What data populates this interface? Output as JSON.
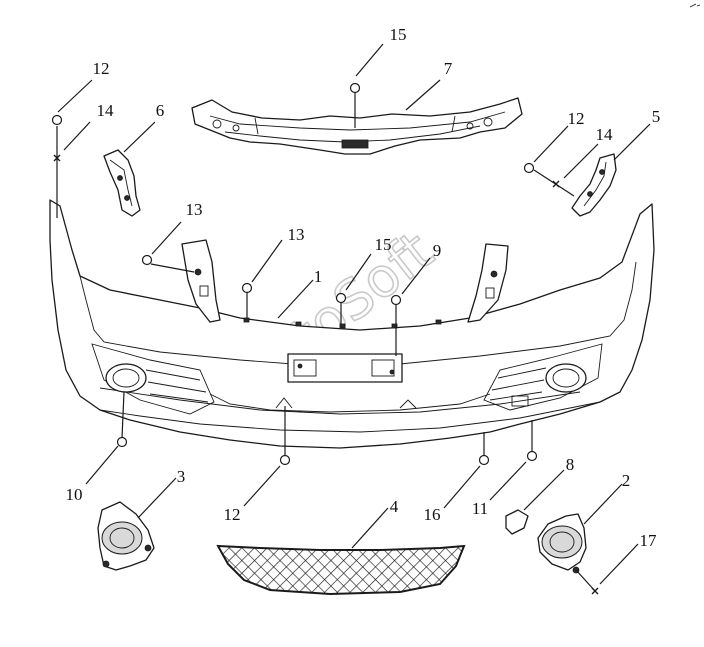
{
  "watermark": "AutoSoft",
  "callouts": [
    {
      "id": "c15a",
      "label": "15"
    },
    {
      "id": "c7",
      "label": "7"
    },
    {
      "id": "c12a",
      "label": "12"
    },
    {
      "id": "c14a",
      "label": "14"
    },
    {
      "id": "c6",
      "label": "6"
    },
    {
      "id": "c12b",
      "label": "12"
    },
    {
      "id": "c14b",
      "label": "14"
    },
    {
      "id": "c5",
      "label": "5"
    },
    {
      "id": "c13a",
      "label": "13"
    },
    {
      "id": "c13b",
      "label": "13"
    },
    {
      "id": "c15b",
      "label": "15"
    },
    {
      "id": "c1",
      "label": "1"
    },
    {
      "id": "c9",
      "label": "9"
    },
    {
      "id": "c10",
      "label": "10"
    },
    {
      "id": "c3",
      "label": "3"
    },
    {
      "id": "c12c",
      "label": "12"
    },
    {
      "id": "c4",
      "label": "4"
    },
    {
      "id": "c16",
      "label": "16"
    },
    {
      "id": "c11",
      "label": "11"
    },
    {
      "id": "c8",
      "label": "8"
    },
    {
      "id": "c2",
      "label": "2"
    },
    {
      "id": "c17",
      "label": "17"
    }
  ]
}
